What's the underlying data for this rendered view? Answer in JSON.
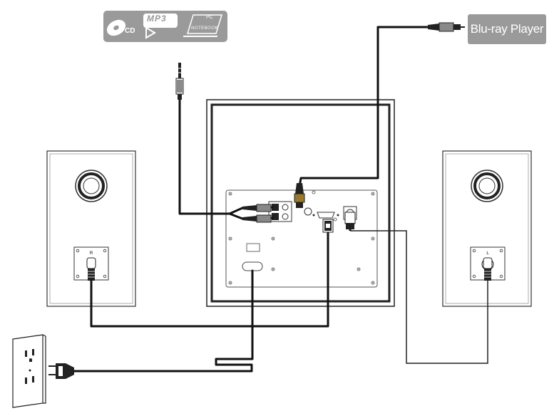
{
  "badges": {
    "cd_label": "CD",
    "mp3_label": "MP3",
    "pc_label": "PC",
    "notebook_label": "NOTEBOOK"
  },
  "source_device": {
    "label": "Blu-ray Player"
  },
  "speakers": {
    "right_label": "R",
    "left_label": "L"
  },
  "icons": {
    "cd": "cd-icon",
    "mp3_player": "mp3-player-icon",
    "notebook": "notebook-icon",
    "plug": "power-plug-icon",
    "outlet": "wall-outlet-icon",
    "jack": "3.5mm-jack-icon",
    "optical": "optical-connector-icon"
  },
  "colors": {
    "badge_bg": "#9a9a9a",
    "cable": "#111111",
    "outline": "#222222"
  }
}
